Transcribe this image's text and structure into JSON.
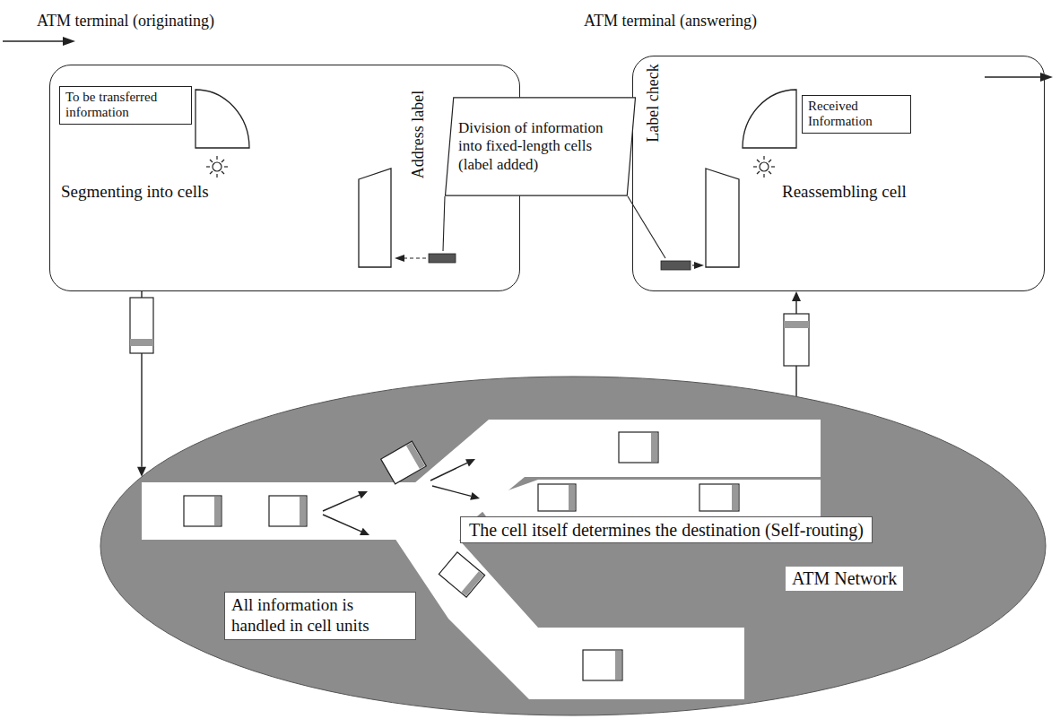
{
  "diagram": {
    "nodes": [
      {
        "text": [
          "ATM terminal (originating)"
        ]
      },
      {
        "text": [
          "To be transferred information"
        ],
        "in": 0
      },
      {
        "text": [
          "ATM terminal (answering)"
        ]
      },
      {
        "text": [
          "Received Information"
        ],
        "in": 2
      },
      {
        "text": [
          "Division of information into fixed-length cells (label added)"
        ]
      },
      {
        "text": [
          "ATM Network"
        ]
      },
      {
        "text": [
          "The cell itself determines the destination (Self-routing)"
        ],
        "in": 5
      },
      {
        "text": [
          "All information is handled in cell units"
        ],
        "in": 5
      }
    ],
    "edges": [
      {
        "from": 0,
        "to": 5,
        "arrow": "to"
      },
      {
        "from": 5,
        "to": 2,
        "arrow": "to"
      }
    ],
    "labels": [
      "Segmenting into cells",
      "Address label",
      "Label check",
      "Reassembling cell"
    ]
  }
}
